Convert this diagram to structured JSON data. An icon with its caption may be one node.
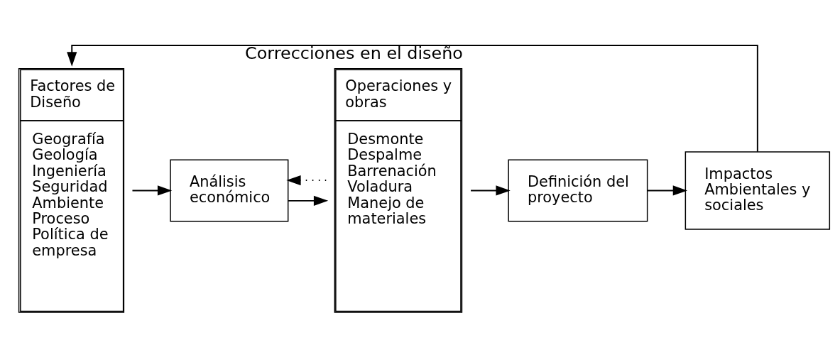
{
  "diagram": {
    "nodes": [
      {
        "text": [
          "Factores de Diseño",
          "Geografía Geología Ingeniería Seguridad Ambiente Proceso Política de empresa"
        ]
      },
      {
        "text": [
          "Análisis económico"
        ]
      },
      {
        "text": [
          "Operaciones y obras",
          "Desmonte Despalme Barrenación Voladura Manejo de materiales"
        ]
      },
      {
        "text": [
          "Definición del proyecto"
        ]
      },
      {
        "text": [
          "Impactos Ambientales y sociales"
        ]
      }
    ],
    "edges": [
      {
        "from": 0,
        "to": 1,
        "arrow": "to"
      },
      {
        "from": 1,
        "to": 2,
        "arrow": "to"
      },
      {
        "from": 2,
        "to": 1,
        "arrow": "to",
        "style": "dashed"
      },
      {
        "from": 2,
        "to": 3,
        "arrow": "to"
      },
      {
        "from": 3,
        "to": 4,
        "arrow": "to"
      },
      {
        "from": 4,
        "to": 0,
        "arrow": "to",
        "label": "Correcciones en el diseño"
      }
    ]
  }
}
